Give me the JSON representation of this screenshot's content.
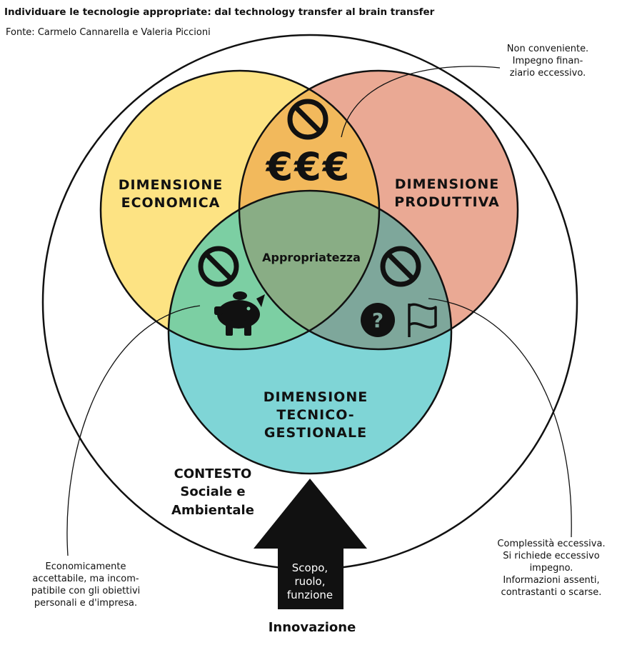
{
  "header": {
    "title": "Individuare le tecnologie appropriate: dal technology transfer al brain transfer",
    "source": "Fonte: Carmelo Cannarella e Valeria Piccioni"
  },
  "circles": {
    "economica": {
      "line1": "DIMENSIONE",
      "line2": "ECONOMICA",
      "color": "#fde383"
    },
    "produttiva": {
      "line1": "DIMENSIONE",
      "line2": "PRODUTTIVA",
      "color": "#eaa994"
    },
    "tecnico": {
      "line1": "DIMENSIONE",
      "line2": "TECNICO-",
      "line3": "GESTIONALE",
      "color": "#7fd5d6"
    },
    "overlap_eco_prod": "#f2b95c",
    "overlap_eco_tec": "#7ccfa3",
    "overlap_prod_tec": "#7ea79b",
    "center_color": "#89ad85"
  },
  "center_label": "Appropriatezza",
  "context": {
    "line1": "CONTESTO",
    "line2": "Sociale e",
    "line3": "Ambientale"
  },
  "arrow": {
    "line1": "Scopo,",
    "line2": "ruolo,",
    "line3": "funzione"
  },
  "innovation_label": "Innovazione",
  "euro_symbols": "€€€",
  "question_mark": "?",
  "notes": {
    "top_right": [
      "Non conveniente.",
      "Impegno finan-",
      "ziario eccessivo."
    ],
    "bottom_left": [
      "Economicamente",
      "accettabile, ma incom-",
      "patibile con gli obiettivi",
      "personali e d'impresa."
    ],
    "bottom_right": [
      "Complessità eccessiva.",
      "Si richiede eccessivo",
      "impegno.",
      "Informazioni assenti,",
      "contrastanti o scarse."
    ]
  }
}
